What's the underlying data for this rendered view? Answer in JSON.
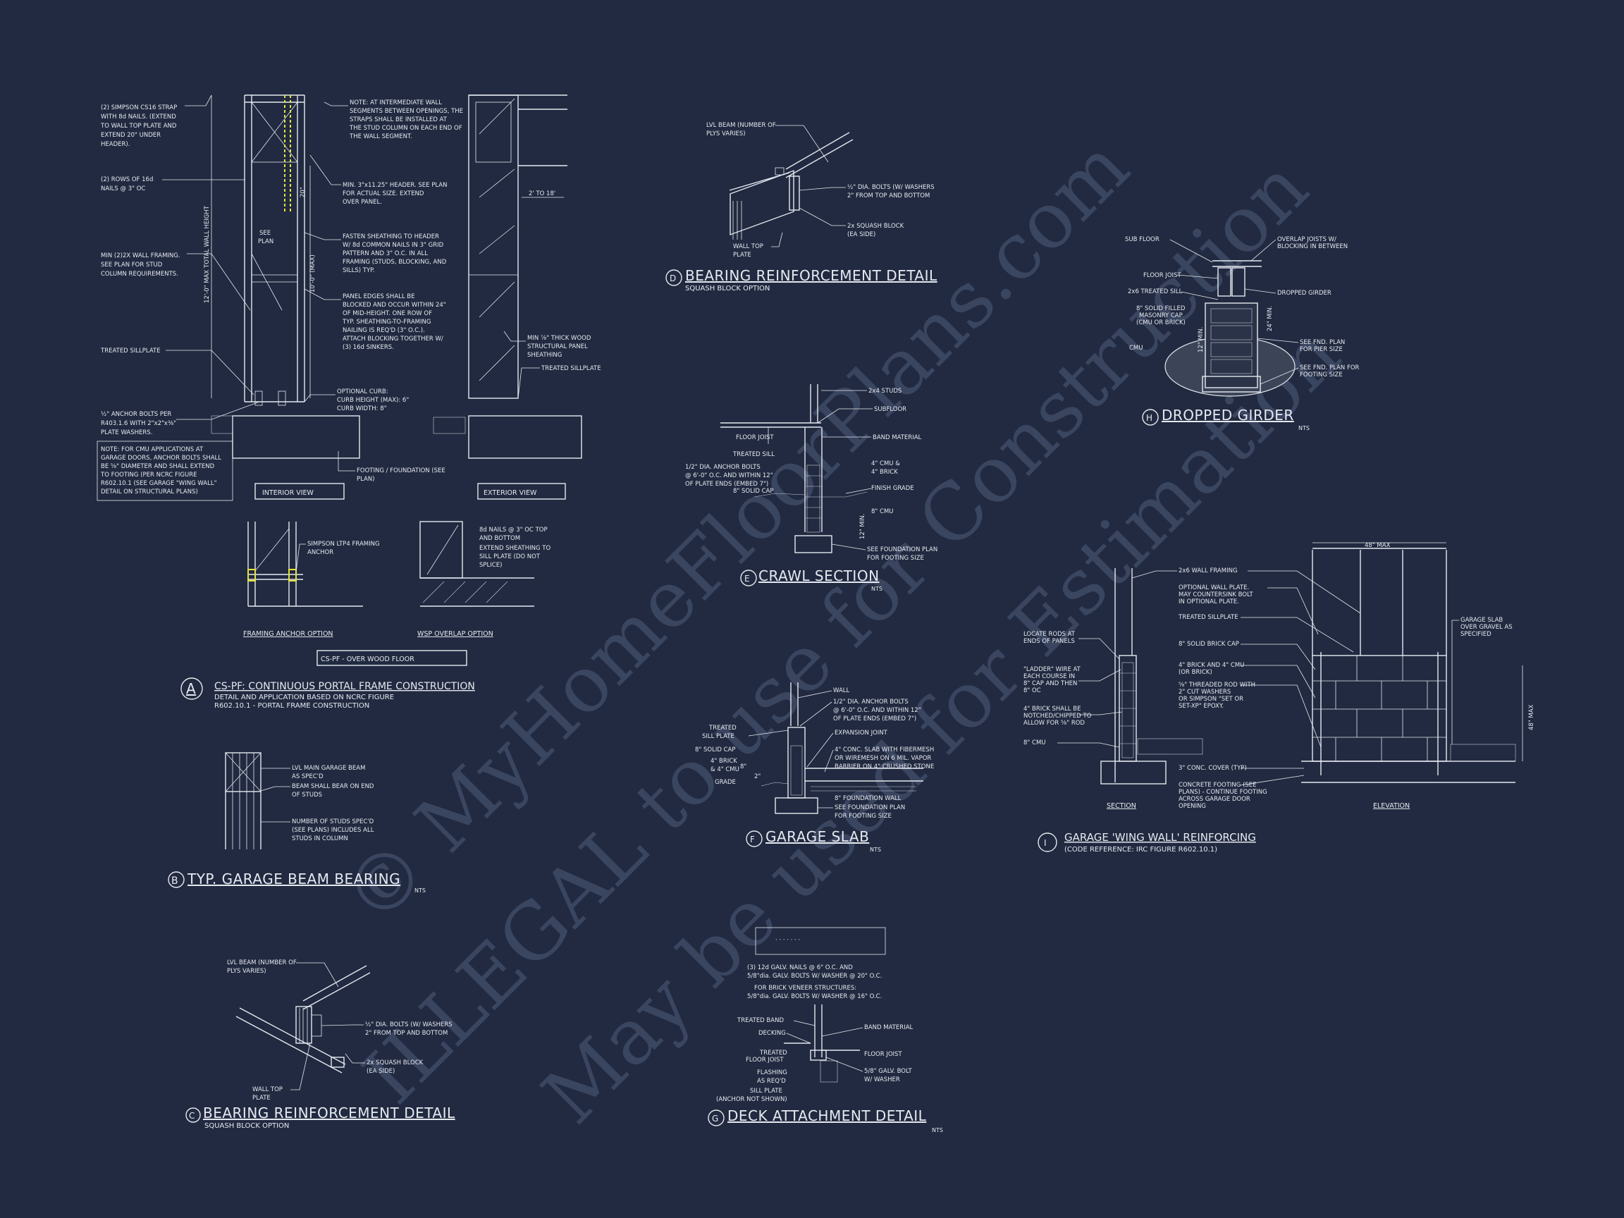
{
  "watermark": {
    "line1": "© MyHomeFloorPlans.com",
    "line2": "ILLEGAL to use for Construction",
    "line3": "May be used for Estimation"
  },
  "detail_a": {
    "marker": "A",
    "title": "CS-PF: CONTINUOUS PORTAL FRAME CONSTRUCTION",
    "subtitle1": "DETAIL AND APPLICATION BASED ON NCRC FIGURE",
    "subtitle2": "R602.10.1 - PORTAL FRAME CONSTRUCTION",
    "interior_view": "INTERIOR VIEW",
    "exterior_view": "EXTERIOR VIEW",
    "framing_anchor_option": "FRAMING ANCHOR OPTION",
    "wsp_overlap_option": "WSP OVERLAP OPTION",
    "over_wood_floor": "CS-PF - OVER WOOD FLOOR",
    "left_notes": [
      "(2) SIMPSON CS16 STRAP",
      "WITH 8d NAILS. (EXTEND",
      "TO WALL TOP PLATE AND",
      "EXTEND 20\" UNDER",
      "HEADER)."
    ],
    "rows_notes": [
      "(2) ROWS OF 16d",
      "NAILS @ 3\" OC"
    ],
    "min_framing": [
      "MIN (2)2X WALL FRAMING.",
      "SEE PLAN FOR STUD",
      "COLUMN REQUIREMENTS."
    ],
    "treated_sillplate": "TREATED SILLPLATE",
    "anchor_bolts": [
      "½\" ANCHOR BOLTS PER",
      "R403.1.6 WITH 2\"x2\"x⅜\"",
      "PLATE WASHERS."
    ],
    "cmu_note": [
      "NOTE: FOR CMU APPLICATIONS AT",
      "GARAGE DOORS, ANCHOR BOLTS SHALL",
      "BE ⅝\" DIAMETER AND SHALL EXTEND",
      "TO FOOTING (PER NCRC FIGURE",
      "R602.10.1 (SEE GARAGE \"WING WALL\"",
      "DETAIL ON STRUCTURAL PLANS)"
    ],
    "intermediate_note": [
      "NOTE: AT INTERMEDIATE WALL",
      "SEGMENTS BETWEEN OPENINGS, THE",
      "STRAPS SHALL BE INSTALLED AT",
      "THE STUD COLUMN ON EACH END OF",
      "THE WALL SEGMENT."
    ],
    "header_note": [
      "MIN. 3\"x11.25\" HEADER. SEE PLAN",
      "FOR ACTUAL SIZE. EXTEND",
      "OVER PANEL."
    ],
    "fasten_note": [
      "FASTEN SHEATHING TO HEADER",
      "W/ 8d COMMON NAILS IN 3\" GRID",
      "PATTERN AND 3\" O.C. IN ALL",
      "FRAMING (STUDS, BLOCKING, AND",
      "SILLS) TYP."
    ],
    "panel_note": [
      "PANEL EDGES SHALL BE",
      "BLOCKED AND OCCUR WITHIN 24\"",
      "OF MID-HEIGHT. ONE ROW OF",
      "TYP. SHEATHING-TO-FRAMING",
      "NAILING IS REQ'D (3\" O.C.).",
      "ATTACH BLOCKING TOGETHER W/",
      "(3) 16d SINKERS."
    ],
    "curb_note": [
      "OPTIONAL CURB:",
      "CURB HEIGHT (MAX): 6\"",
      "CURB WIDTH: 8\""
    ],
    "footing_note": [
      "FOOTING / FOUNDATION (SEE",
      "PLAN)"
    ],
    "sheathing_note": [
      "MIN ⅞\" THICK WOOD",
      "STRUCTURAL PANEL",
      "SHEATHING"
    ],
    "treated_sillplate_ext": "TREATED SILLPLATE",
    "dim_2_to_18": "2' TO 18'",
    "dim_20": "20\"",
    "dim_total_height": "12'-0\" MAX TOTAL WALL HEIGHT",
    "dim_10_max": "10'-0\" (MAX)",
    "see_plan": [
      "SEE",
      "PLAN"
    ],
    "ltp4_note": [
      "SIMPSON LTP4 FRAMING",
      "ANCHOR"
    ],
    "wsp_note": [
      "8d NAILS @ 3\" OC TOP",
      "AND BOTTOM",
      "EXTEND SHEATHING TO",
      "SILL PLATE (DO NOT",
      "SPLICE)"
    ]
  },
  "detail_b": {
    "marker": "B",
    "title": "TYP. GARAGE BEAM BEARING",
    "nts": "NTS",
    "notes1": [
      "LVL MAIN GARAGE BEAM",
      "AS SPEC'D"
    ],
    "notes2": [
      "BEAM SHALL BEAR ON END",
      "OF STUDS"
    ],
    "notes3": [
      "NUMBER OF STUDS SPEC'D",
      "(SEE PLANS) INCLUDES ALL",
      "STUDS IN COLUMN"
    ]
  },
  "detail_c": {
    "marker": "C",
    "title": "BEARING REINFORCEMENT DETAIL",
    "subtitle": "SQUASH BLOCK OPTION",
    "lvl_note": [
      "LVL BEAM (NUMBER OF",
      "PLYS VARIES)"
    ],
    "bolts_note": [
      "½\" DIA. BOLTS (W/ WASHERS",
      "2\" FROM TOP AND BOTTOM"
    ],
    "squash_note": [
      "2x SQUASH BLOCK",
      "(EA SIDE)"
    ],
    "plate_note": [
      "WALL TOP",
      "PLATE"
    ]
  },
  "detail_d": {
    "marker": "D",
    "title": "BEARING REINFORCEMENT DETAIL",
    "subtitle": "SQUASH BLOCK OPTION",
    "lvl_note": [
      "LVL BEAM (NUMBER OF",
      "PLYS VARIES)"
    ],
    "bolts_note": [
      "½\" DIA. BOLTS (W/ WASHERS",
      "2\" FROM TOP AND BOTTOM"
    ],
    "squash_note": [
      "2x SQUASH BLOCK",
      "(EA SIDE)"
    ],
    "plate_note": [
      "WALL TOP",
      "PLATE"
    ]
  },
  "detail_e": {
    "marker": "E",
    "title": "CRAWL SECTION",
    "nts": "NTS",
    "studs": "2x4 STUDS",
    "subfloor": "SUBFLOOR",
    "floor_joist": "FLOOR JOIST",
    "band": "BAND MATERIAL",
    "treated_sill": "TREATED SILL",
    "anchor": [
      "1/2\" DIA. ANCHOR BOLTS",
      "@ 6'-0\" O.C. AND WITHIN 12\"",
      "OF PLATE ENDS (EMBED 7\")"
    ],
    "cmu_brick": [
      "4\" CMU &",
      "4\" BRICK"
    ],
    "solid_cap": "8\" SOLID CAP",
    "finish_grade": "FINISH GRADE",
    "cmu8": "8\" CMU",
    "min12": "12\" MIN.",
    "footing": [
      "SEE FOUNDATION PLAN",
      "FOR FOOTING SIZE"
    ]
  },
  "detail_f": {
    "marker": "F",
    "title": "GARAGE SLAB",
    "nts": "NTS",
    "wall": "WALL",
    "anchor": [
      "1/2\" DIA. ANCHOR BOLTS",
      "@ 6'-0\" O.C. AND WITHIN 12\"",
      "OF PLATE ENDS (EMBED 7\")"
    ],
    "treated": [
      "TREATED",
      "SILL PLATE"
    ],
    "solid_cap": "8\" SOLID CAP",
    "brick": [
      "4\" BRICK",
      "& 4\" CMU"
    ],
    "grade": "GRADE",
    "exp": "EXPANSION JOINT",
    "slab": [
      "4\" CONC. SLAB WITH FIBERMESH",
      "OR WIREMESH ON 6 MIL. VAPOR",
      "BARRIER ON 4\" CRUSHED STONE"
    ],
    "fwall": "8\" FOUNDATION WALL",
    "footing": [
      "SEE FOUNDATION PLAN",
      "FOR FOOTING SIZE"
    ],
    "dim8": "8\"",
    "dim2": "2\""
  },
  "detail_g": {
    "marker": "G",
    "title": "DECK ATTACHMENT DETAIL",
    "nts": "NTS",
    "nails": [
      "(3) 12d GALV. NAILS @ 6\" O.C. AND",
      "5/8\"dia. GALV. BOLTS W/ WASHER @ 20\" O.C."
    ],
    "veneer": [
      "FOR BRICK VENEER STRUCTURES:",
      "5/8\"dia. GALV. BOLTS W/ WASHER @ 16\" O.C."
    ],
    "treated_band": "TREATED BAND",
    "decking": "DECKING",
    "treated_joist": [
      "TREATED",
      "FLOOR JOIST"
    ],
    "flashing": [
      "FLASHING",
      "AS REQ'D"
    ],
    "sill": [
      "SILL PLATE",
      "(ANCHOR NOT SHOWN)"
    ],
    "band": "BAND MATERIAL",
    "floor_joist": "FLOOR JOIST",
    "bolt": [
      "5/8\" GALV. BOLT",
      "W/ WASHER"
    ]
  },
  "detail_h": {
    "marker": "H",
    "title": "DROPPED GIRDER",
    "nts": "NTS",
    "subfloor": "SUB FLOOR",
    "floor_joist": "FLOOR JOIST",
    "sill": "2x6 TREATED SILL",
    "cap": [
      "8\" SOLID FILLED",
      "MASONRY CAP",
      "(CMU OR BRICK)"
    ],
    "cmu": "CMU",
    "overlap": [
      "OVERLAP JOISTS W/",
      "BLOCKING IN BETWEEN"
    ],
    "girder": "DROPPED GIRDER",
    "pier": [
      "SEE FND. PLAN",
      "FOR PIER SIZE"
    ],
    "footing": [
      "SEE FND. PLAN FOR",
      "FOOTING SIZE"
    ],
    "min12": "12\" MIN.",
    "min24": "24\" MIN."
  },
  "detail_i": {
    "marker": "I",
    "title": "GARAGE 'WING WALL' REINFORCING",
    "subtitle": "(CODE REFERENCE: IRC FIGURE R602.10.1)",
    "section": "SECTION",
    "elevation": "ELEVATION",
    "max48_top": "48\" MAX",
    "max48_side": "48\" MAX",
    "framing": "2x6 WALL FRAMING",
    "optional": [
      "OPTIONAL WALL PLATE.",
      "MAY COUNTERSINK BOLT",
      "IN OPTIONAL PLATE."
    ],
    "sillplate": "TREATED SILLPLATE",
    "brick_cap": "8\" SOLID BRICK CAP",
    "brick_cmu": [
      "4\" BRICK AND 4\" CMU",
      "(OR BRICK)"
    ],
    "rod": [
      "⅝\" THREADED ROD WITH",
      "2\" CUT WASHERS",
      "OR SIMPSON \"SET OR",
      "SET-XP\" EPOXY."
    ],
    "locate": [
      "LOCATE RODS AT",
      "ENDS OF PANELS"
    ],
    "ladder": [
      "\"LADDER\" WIRE AT",
      "EACH COURSE IN",
      "8\" CAP AND THEN",
      "8\" OC"
    ],
    "notch": [
      "4\" BRICK SHALL BE",
      "NOTCHED/CHIPPED TO",
      "ALLOW FOR ⅝\" ROD"
    ],
    "cmu8": "8\" CMU",
    "cover": "3\" CONC. COVER (TYP)",
    "footing": [
      "CONCRETE FOOTING (SEE",
      "PLANS) - CONTINUE FOOTING",
      "ACROSS GARAGE DOOR",
      "OPENING"
    ],
    "slab": [
      "GARAGE SLAB",
      "OVER GRAVEL AS",
      "SPECIFIED"
    ]
  }
}
